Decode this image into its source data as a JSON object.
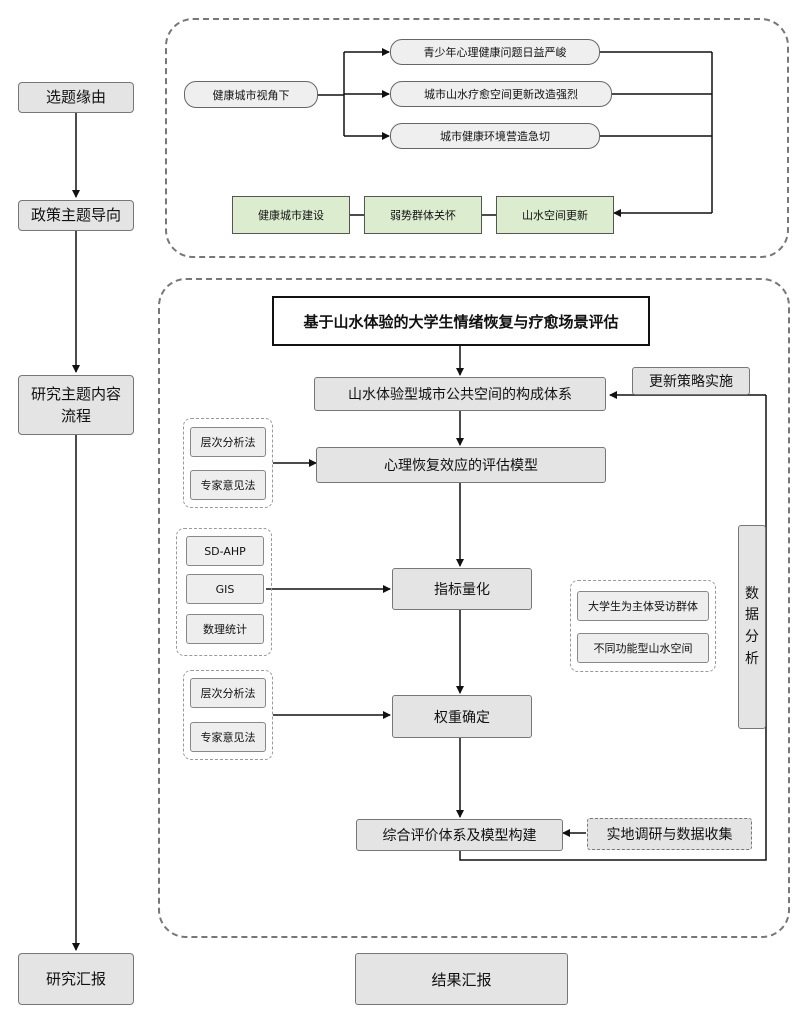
{
  "left": {
    "reason": "选题缘由",
    "policy": "政策主题导向",
    "content": "研究主题内容\n流程",
    "report": "研究汇报"
  },
  "top": {
    "source": "健康城市视角下",
    "issue1": "青少年心理健康问题日益严峻",
    "issue2": "城市山水疗愈空间更新改造强烈",
    "issue3": "城市健康环境营造急切",
    "theme1": "健康城市建设",
    "theme2": "弱势群体关怀",
    "theme3": "山水空间更新"
  },
  "main": {
    "title": "基于山水体验的大学生情绪恢复与疗愈场景评估",
    "system": "山水体验型城市公共空间的构成体系",
    "strategy": "更新策略实施",
    "model": "心理恢复效应的评估模型",
    "quant": "指标量化",
    "weight": "权重确定",
    "synth": "综合评价体系及模型构建",
    "field": "实地调研与数据收集",
    "analysis": "数\n据\n分\n析",
    "result": "结果汇报"
  },
  "methods": {
    "g1": [
      "层次分析法",
      "专家意见法"
    ],
    "g2": [
      "SD-AHP",
      "GIS",
      "数理统计"
    ],
    "g3": [
      "层次分析法",
      "专家意见法"
    ],
    "g4": [
      "大学生为主体受访群体",
      "不同功能型山水空间"
    ]
  }
}
